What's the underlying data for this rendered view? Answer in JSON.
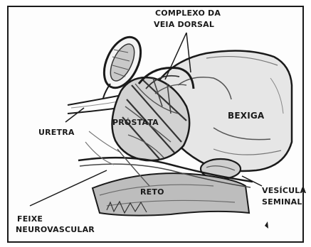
{
  "labels": {
    "complexo_l1": "COMPLEXO DA",
    "complexo_l2": "VEIA DORSAL",
    "uretra": "URETRA",
    "prostata": "PRÓSTATA",
    "bexiga": "BEXIGA",
    "reto": "RETO",
    "vesicula_l1": "VESÍCULA",
    "vesicula_l2": "SEMINAL",
    "feixe_l1": "FEIXE",
    "feixe_l2": "NEUROVASCULAR"
  },
  "colors": {
    "ink": "#1a1a1a",
    "paper": "#fdfdfd",
    "shade": "#9a9a9a"
  }
}
